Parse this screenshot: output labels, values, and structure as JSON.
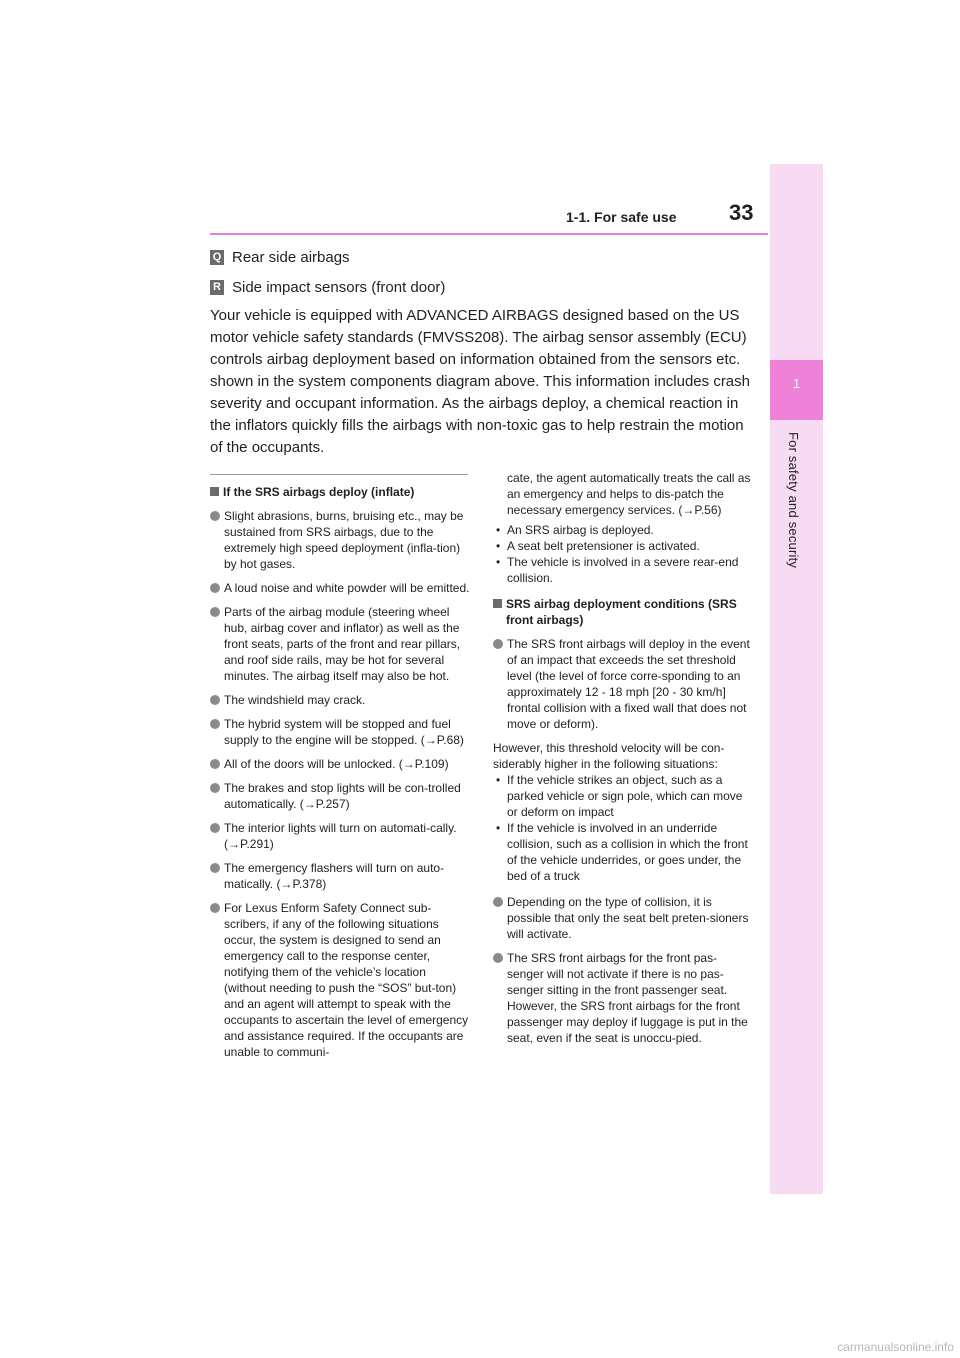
{
  "header": {
    "title": "1-1. For safe use",
    "page_number": "33"
  },
  "sidebar": {
    "chapter_number": "1",
    "chapter_title": "For safety and security"
  },
  "legend": [
    {
      "letter": "Q",
      "label": "Rear side airbags"
    },
    {
      "letter": "R",
      "label": "Side impact sensors (front door)"
    }
  ],
  "intro": "Your vehicle is equipped with ADVANCED AIRBAGS designed based on the US motor vehicle safety standards (FMVSS208). The airbag sensor assembly (ECU) controls airbag deployment based on information obtained from the sensors etc. shown in the system components diagram above. This information includes crash severity and occupant information. As the airbags deploy, a chemical reaction in the inflators quickly fills the airbags with non-toxic gas to help restrain the motion of the occupants.",
  "left_column": {
    "section_title": "If the SRS airbags deploy (inflate)",
    "bullets": [
      "Slight abrasions, burns, bruising etc., may be sustained from SRS airbags, due to the extremely high speed deployment (infla-tion) by hot gases.",
      "A loud noise and white powder will be emitted.",
      "Parts of the airbag module (steering wheel hub, airbag cover and inflator) as well as the front seats, parts of the front and rear pillars, and roof side rails, may be hot for several minutes. The airbag itself may also be hot.",
      "The windshield may crack.",
      "The hybrid system will be stopped and fuel supply to the engine will be stopped. (→P.68)",
      "All of the doors will be unlocked. (→P.109)",
      "The brakes and stop lights will be con-trolled automatically. (→P.257)",
      "The interior lights will turn on automati-cally. (→P.291)",
      "The emergency flashers will turn on auto-matically. (→P.378)",
      "For Lexus Enform Safety Connect sub-scribers, if any of the following situations occur, the system is designed to send an emergency call to the response center, notifying them of the vehicle’s location (without needing to push the “SOS” but-ton) and an agent will attempt to speak with the occupants to ascertain the level of emergency and assistance required. If the occupants are unable to communi-"
    ]
  },
  "right_column": {
    "continuation": "cate, the agent automatically treats the call as an emergency and helps to dis-patch the necessary emergency services. (→P.56)",
    "sub_items": [
      "An SRS airbag is deployed.",
      "A seat belt pretensioner is activated.",
      "The vehicle is involved in a severe rear-end collision."
    ],
    "section_title": "SRS airbag deployment conditions (SRS front airbags)",
    "bullet_1": "The SRS front airbags will deploy in the event of an impact that exceeds the set threshold level (the level of force corre-sponding to an approximately 12 - 18 mph [20 - 30 km/h] frontal collision with a fixed wall that does not move or deform).",
    "paragraph": "However, this threshold velocity will be con-siderably higher in the following situations:",
    "para_items": [
      "If the vehicle strikes an object, such as a parked vehicle or sign pole, which can move or deform on impact",
      "If the vehicle is involved in an underride collision, such as a collision in which the front of the vehicle underrides, or goes under, the bed of a truck"
    ],
    "bullet_2": "Depending on the type of collision, it is possible that only the seat belt preten-sioners will activate.",
    "bullet_3": "The SRS front airbags for the front pas-senger will not activate if there is no pas-senger sitting in the front passenger seat. However, the SRS front airbags for the front passenger may deploy if luggage is put in the seat, even if the seat is unoccu-pied."
  },
  "footer": {
    "watermark": "carmanualsonline.info"
  }
}
